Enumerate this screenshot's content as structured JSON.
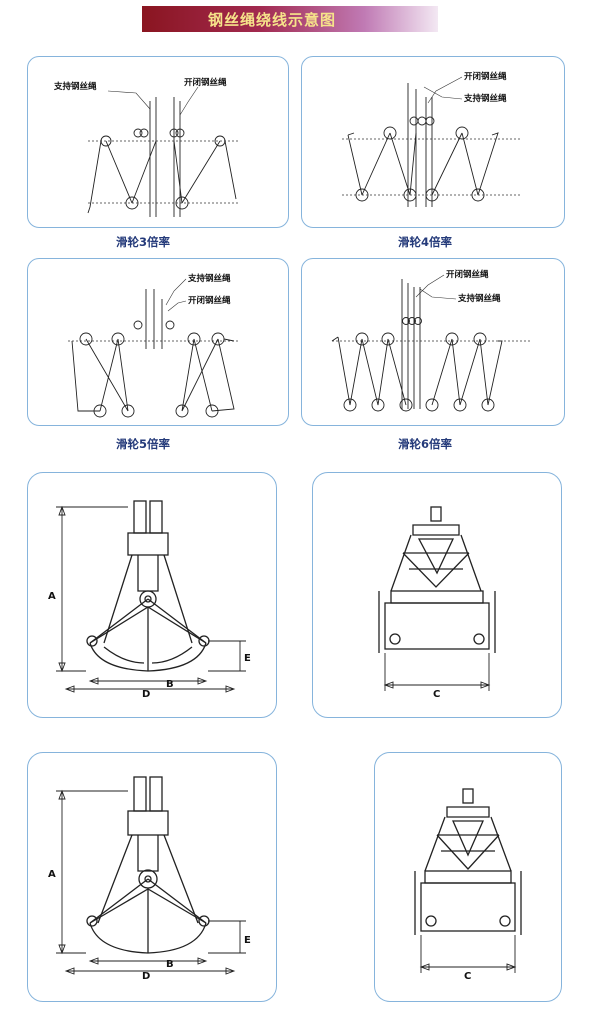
{
  "title": "钢丝绳绕线示意图",
  "colors": {
    "banner_start": "#8a1520",
    "banner_end": "#f3e8f3",
    "panel_border": "#86b4dc",
    "caption": "#243a7a"
  },
  "reeving": [
    {
      "caption": "滑轮3倍率",
      "labels": [
        "支持钢丝绳",
        "开闭钢丝绳"
      ]
    },
    {
      "caption": "滑轮4倍率",
      "labels": [
        "开闭钢丝绳",
        "支持钢丝绳"
      ]
    },
    {
      "caption": "滑轮5倍率",
      "labels": [
        "支持钢丝绳",
        "开闭钢丝绳"
      ]
    },
    {
      "caption": "滑轮6倍率",
      "labels": [
        "开闭钢丝绳",
        "支持钢丝绳"
      ]
    }
  ],
  "grab_dims": {
    "height": "A",
    "b_width": "B",
    "d_width": "D",
    "e_height": "E",
    "c_width": "C"
  }
}
